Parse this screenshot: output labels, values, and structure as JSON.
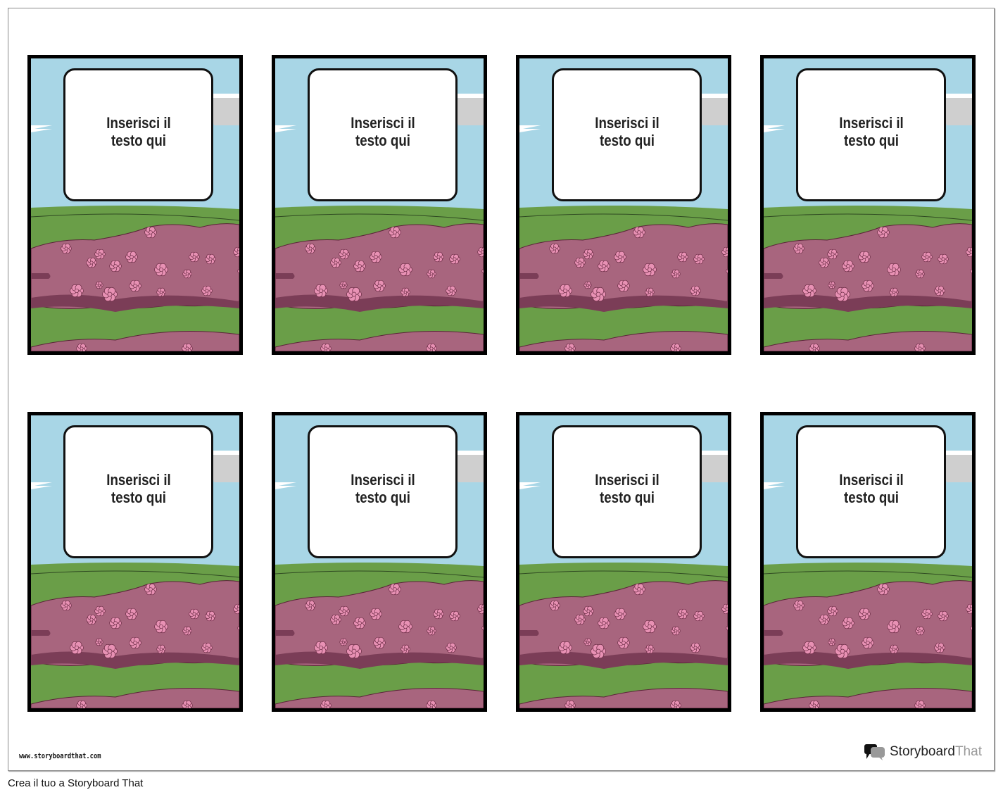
{
  "cards": [
    {
      "text": "Inserisci il testo qui"
    },
    {
      "text": "Inserisci il testo qui"
    },
    {
      "text": "Inserisci il testo qui"
    },
    {
      "text": "Inserisci il testo qui"
    },
    {
      "text": "Inserisci il testo qui"
    },
    {
      "text": "Inserisci il testo qui"
    },
    {
      "text": "Inserisci il testo qui"
    },
    {
      "text": "Inserisci il testo qui"
    }
  ],
  "watermark_url": "www.storyboardthat.com",
  "logo": {
    "part1": "Storyboard",
    "part2": "That"
  },
  "footer_text": "Crea il tuo a Storyboard That",
  "colors": {
    "sky": "#a8d6e6",
    "grass": "#6a9e48",
    "flowers": "#a8657e",
    "blossom": "#e891b4"
  }
}
